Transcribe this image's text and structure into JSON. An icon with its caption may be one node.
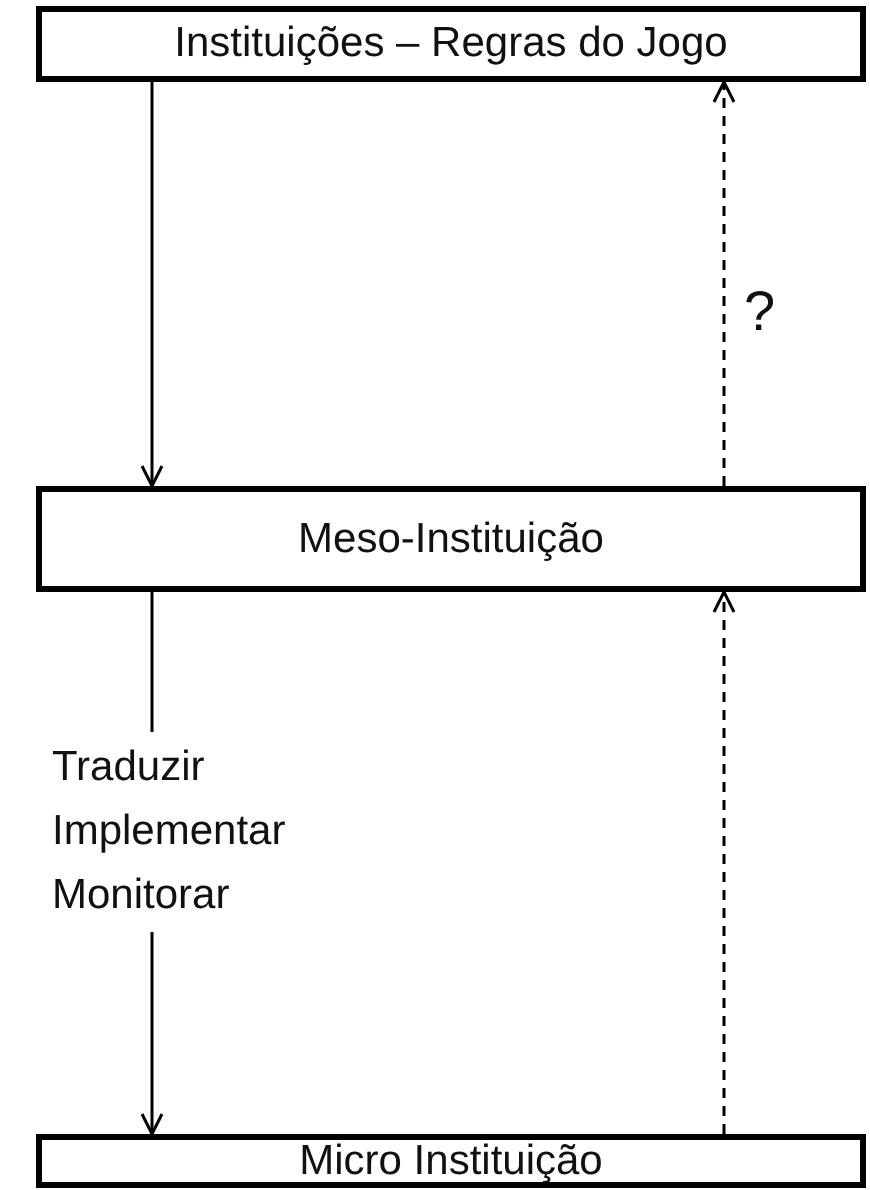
{
  "diagram": {
    "nodes": [
      {
        "text": [
          "Instituições – Regras do Jogo"
        ]
      },
      {
        "text": [
          "Meso-Instituição"
        ]
      },
      {
        "text": [
          "Micro Instituição"
        ]
      }
    ],
    "edges": [
      {
        "from": 0,
        "to": 1,
        "arrow": "to"
      },
      {
        "from": 1,
        "to": 0,
        "arrow": "to",
        "style": "dashed"
      },
      {
        "from": 1,
        "to": 2,
        "arrow": "to",
        "label": "Traduzir Implementar Monitorar"
      },
      {
        "from": 2,
        "to": 1,
        "arrow": "to",
        "style": "dashed"
      }
    ],
    "labels": [
      "?"
    ]
  }
}
